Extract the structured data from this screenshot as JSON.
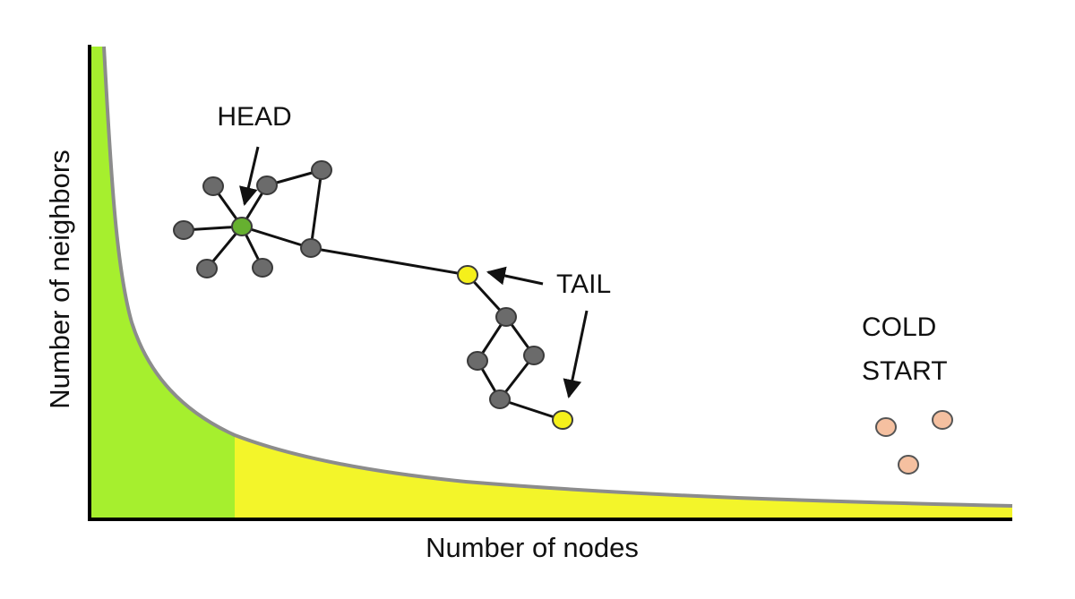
{
  "axes": {
    "x_label": "Number of nodes",
    "y_label": "Number of neighbors"
  },
  "annotations": {
    "head": "HEAD",
    "tail": "TAIL",
    "cold_start_line1": "COLD",
    "cold_start_line2": "START"
  },
  "colors": {
    "head_region": "#a6ef2e",
    "tail_region": "#f3f52a",
    "curve": "#8c8c8c",
    "axis": "#000000",
    "graph_node": "#6b6b6b",
    "head_node": "#66b030",
    "tail_node": "#f5f01b",
    "cold_start_node": "#f5c0a0",
    "edge": "#111111"
  }
}
